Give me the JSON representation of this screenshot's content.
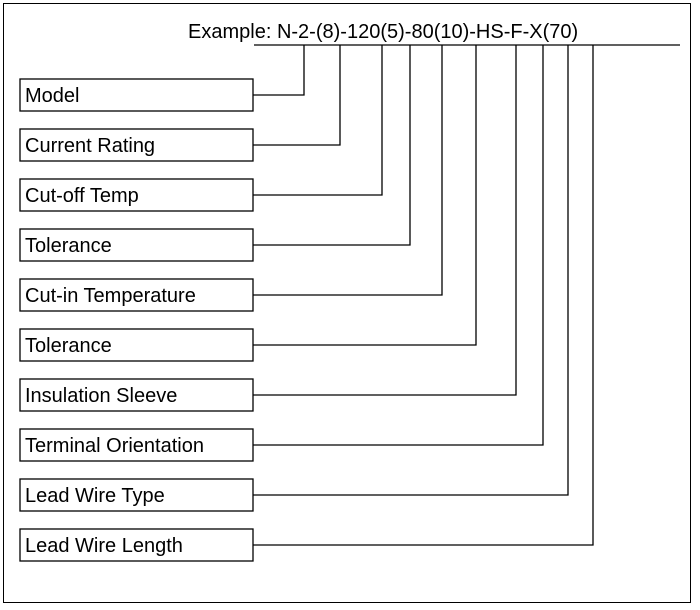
{
  "example": {
    "prefix": "Example: ",
    "segments": [
      "N",
      "-2-",
      "(8)",
      "-120",
      "(5)",
      "-80",
      "(10)",
      "-HS",
      "-F",
      "-X",
      "(70)"
    ]
  },
  "fields": [
    {
      "label": "Model"
    },
    {
      "label": "Current Rating"
    },
    {
      "label": "Cut-off Temp"
    },
    {
      "label": "Tolerance"
    },
    {
      "label": "Cut-in Temperature"
    },
    {
      "label": "Tolerance"
    },
    {
      "label": "Insulation Sleeve"
    },
    {
      "label": "Terminal Orientation"
    },
    {
      "label": "Lead Wire Type"
    },
    {
      "label": "Lead Wire Length"
    }
  ]
}
